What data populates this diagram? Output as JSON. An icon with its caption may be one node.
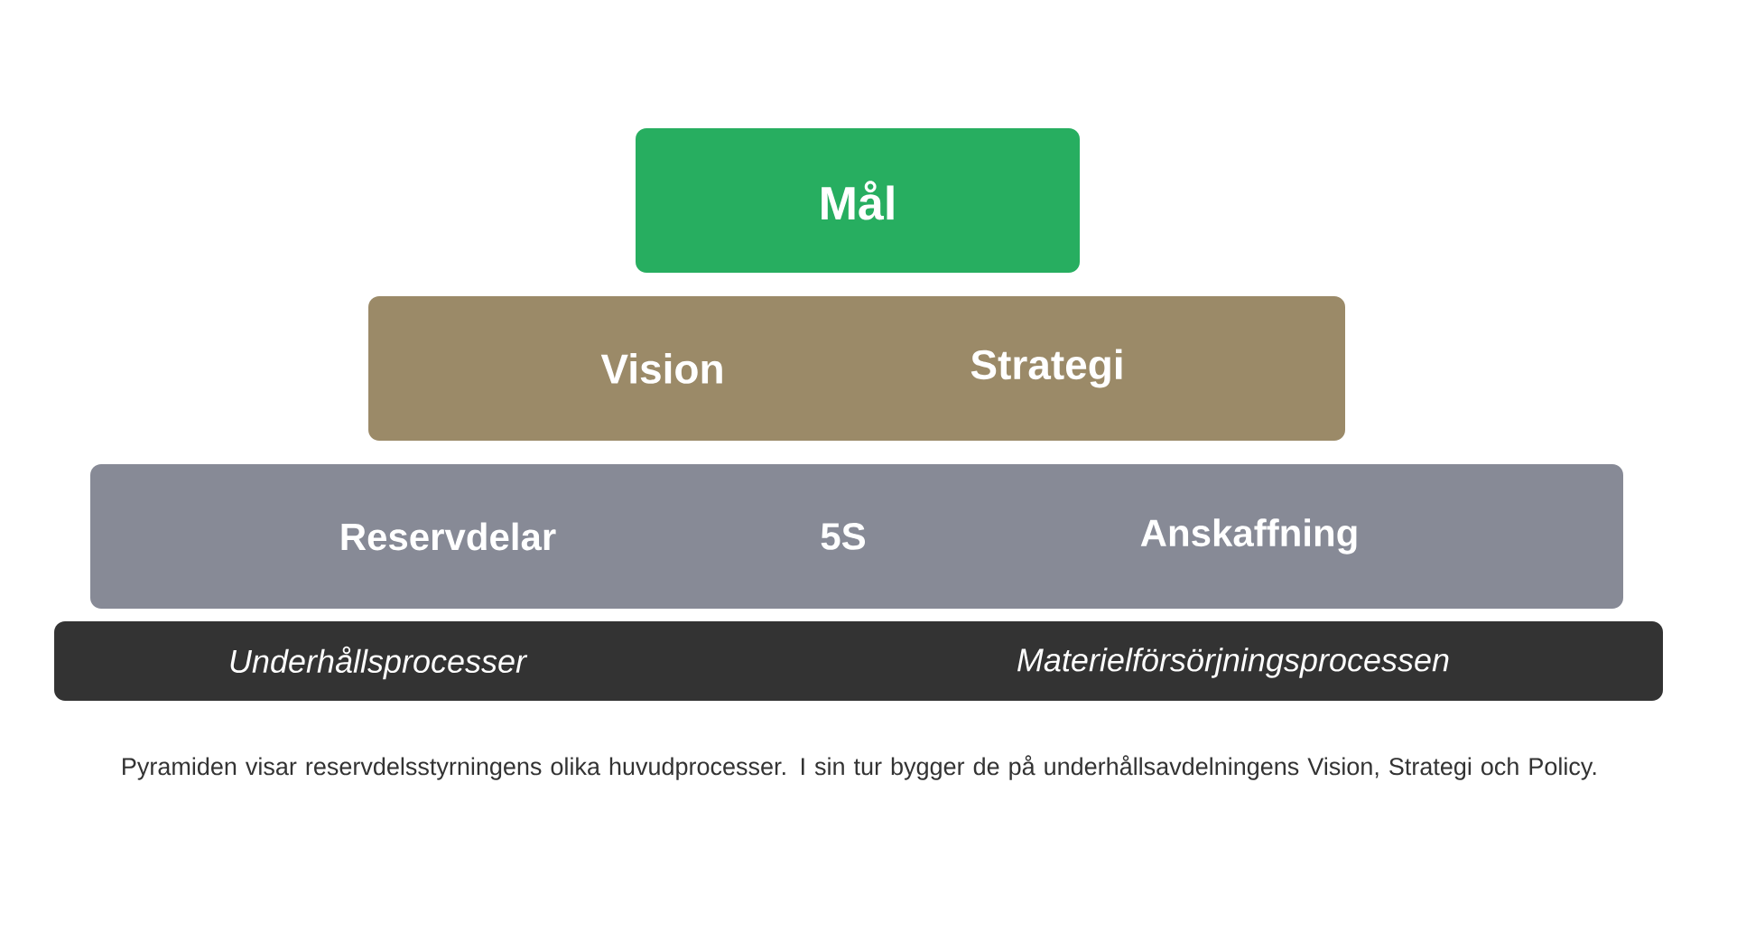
{
  "diagram": {
    "caption": "Pyramiden visar reservdelsstyrningens olika huvudprocesser. I sin tur bygger de på underhållsavdelningens Vision, Strategi och Policy.",
    "nodes": [
      {
        "text": [
          "Mål"
        ]
      },
      {
        "text": [
          "Vision",
          "Strategi"
        ]
      },
      {
        "text": [
          "Reservdelar",
          "5S",
          "Anskaffning"
        ]
      },
      {
        "text": [
          "Underhållsprocesser",
          "Materielförsörjningsprocessen"
        ]
      }
    ]
  }
}
